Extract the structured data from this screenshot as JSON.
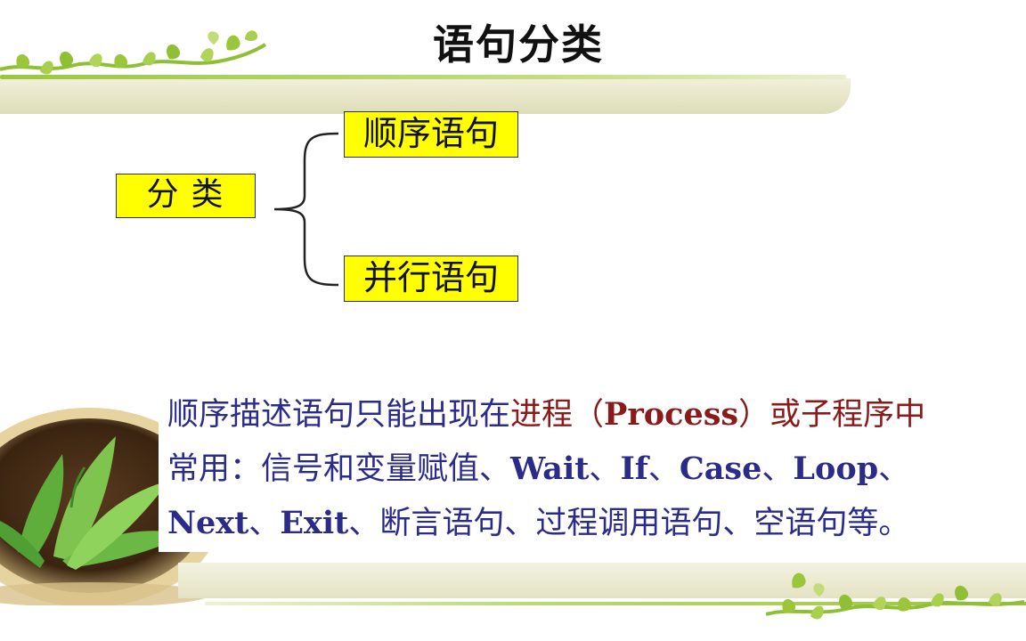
{
  "title": "语句分类",
  "diagram": {
    "root": "分类",
    "children": [
      "顺序语句",
      "并行语句"
    ]
  },
  "description": {
    "line1": {
      "part1": "顺序描述语句只能出现在",
      "part2": "进程（",
      "part3": "Process",
      "part4": "）或子程序中"
    },
    "line2": {
      "part1": "常用：信号和变量赋值、",
      "part2": "Wait",
      "part3": "、",
      "part4": "If",
      "part5": "、",
      "part6": "Case",
      "part7": "、",
      "part8": "Loop",
      "part9": "、"
    },
    "line3": {
      "part1": "Next",
      "part2": "、",
      "part3": "Exit",
      "part4": "、断言语句、过程调用语句、空语句等。"
    }
  },
  "colors": {
    "box_fill": "#ffff00",
    "text_blue": "#2b2c8a",
    "text_red": "#8b1a1a",
    "accent_green": "#9cc63a"
  }
}
